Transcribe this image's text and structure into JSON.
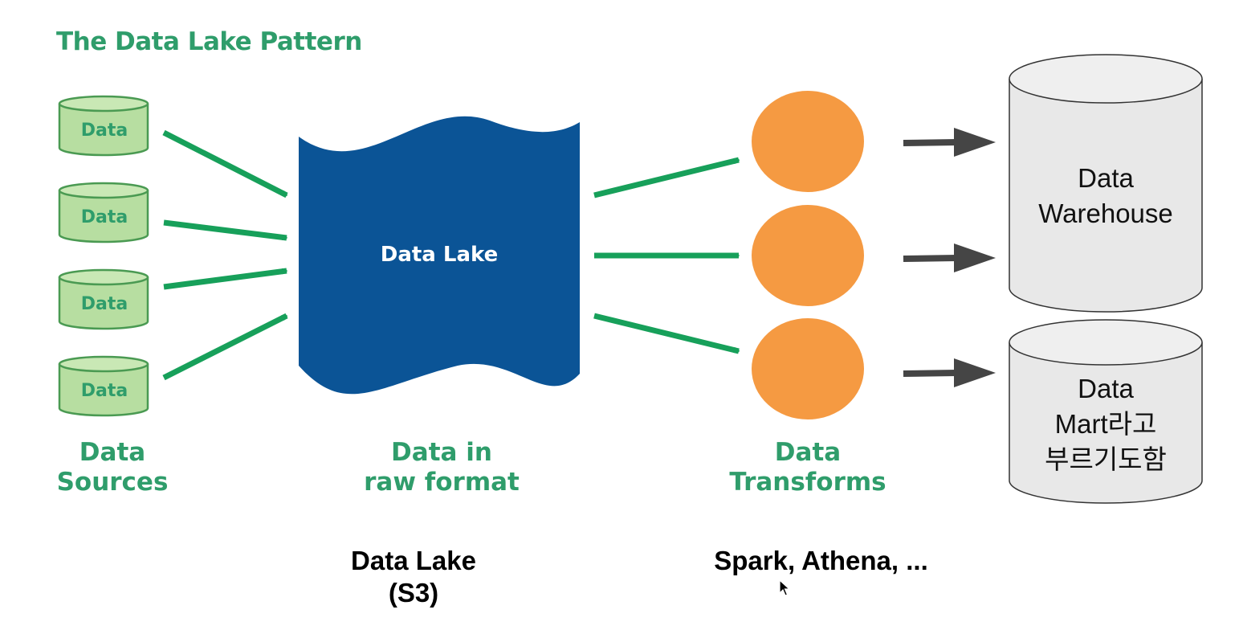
{
  "title": "The Data Lake Pattern",
  "sources": {
    "items": [
      "Data",
      "Data",
      "Data",
      "Data"
    ],
    "label": "Data\nSources"
  },
  "lake": {
    "inner_label": "Data Lake",
    "label": "Data in\nraw format",
    "caption": "Data Lake\n(S3)"
  },
  "transforms": {
    "label": "Data\nTransforms",
    "caption": "Spark, Athena, ..."
  },
  "outputs": {
    "warehouse": "Data\nWarehouse",
    "mart": "Data\nMart라고\n부르기도함"
  },
  "colors": {
    "title_green": "#2f9d6b",
    "arrow_green": "#17a05a",
    "source_fill": "#b7dea1",
    "source_stroke": "#4a9a52",
    "lake_blue": "#0b5496",
    "transform_orange": "#f59a42",
    "cylinder_fill": "#e8e8e8",
    "dark_arrow": "#454545"
  }
}
